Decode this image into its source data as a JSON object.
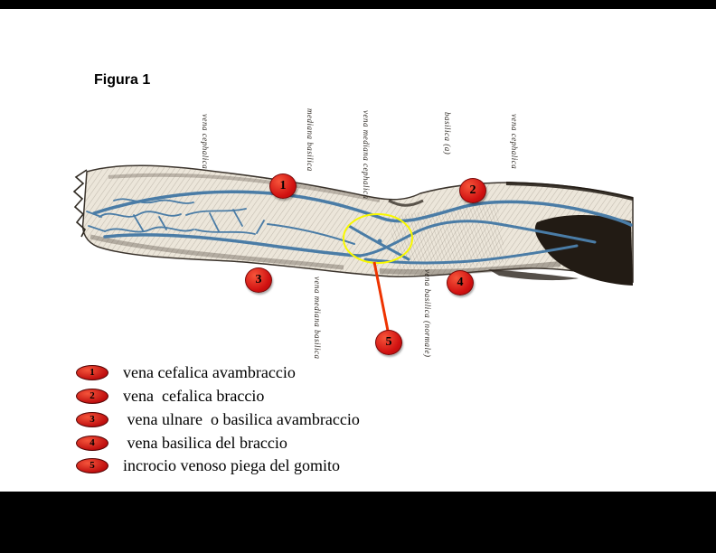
{
  "slide": {
    "title": "Figura 1"
  },
  "colors": {
    "background": "#ffffff",
    "bar": "#000000",
    "marker_red": "#d01010",
    "highlight_yellow": "#f8f800",
    "pointer_orange": "#ee3300",
    "vein_blue": "#4a7ca6"
  },
  "figure": {
    "markers": [
      {
        "label": "1"
      },
      {
        "label": "2"
      },
      {
        "label": "3"
      },
      {
        "label": "4"
      },
      {
        "label": "5"
      }
    ],
    "engraving_labels": [
      {
        "text": "vena cephalica"
      },
      {
        "text": "mediana basilica"
      },
      {
        "text": "vena mediana cephalica"
      },
      {
        "text": "basilica (a)"
      },
      {
        "text": "vena cephalica"
      },
      {
        "text": "vena mediana basilica"
      },
      {
        "text": "vena basilica (normale)"
      }
    ]
  },
  "legend": {
    "items": [
      {
        "num": "1",
        "text": "vena cefalica avambraccio"
      },
      {
        "num": "2",
        "text": "vena  cefalica braccio"
      },
      {
        "num": "3",
        "text": " vena ulnare  o basilica avambraccio"
      },
      {
        "num": "4",
        "text": " vena basilica del braccio"
      },
      {
        "num": "5",
        "text": "incrocio venoso piega del gomito"
      }
    ]
  }
}
